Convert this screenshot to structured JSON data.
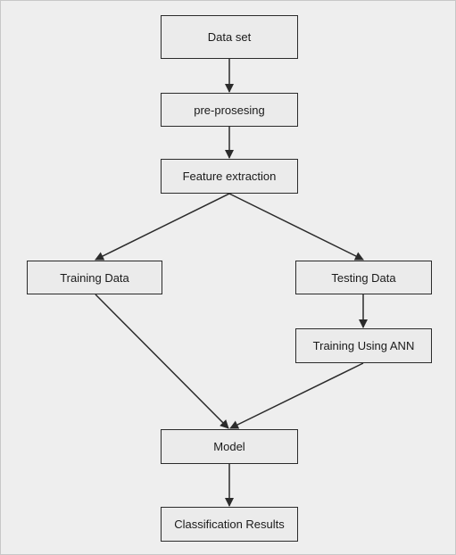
{
  "nodes": {
    "dataset": "Data set",
    "preprocessing": "pre-prosesing",
    "feature_extraction": "Feature extraction",
    "training_data": "Training Data",
    "testing_data": "Testing Data",
    "training_ann": "Training Using ANN",
    "model": "Model",
    "classification_results": "Classification Results"
  },
  "edges": [
    {
      "from": "dataset",
      "to": "preprocessing"
    },
    {
      "from": "preprocessing",
      "to": "feature_extraction"
    },
    {
      "from": "feature_extraction",
      "to": "training_data"
    },
    {
      "from": "feature_extraction",
      "to": "testing_data"
    },
    {
      "from": "testing_data",
      "to": "training_ann"
    },
    {
      "from": "training_data",
      "to": "model"
    },
    {
      "from": "training_ann",
      "to": "model"
    },
    {
      "from": "model",
      "to": "classification_results"
    }
  ],
  "colors": {
    "background": "#eeeeee",
    "box_fill": "#ebebeb",
    "stroke": "#2b2b2b",
    "text": "#1a1a1a"
  }
}
